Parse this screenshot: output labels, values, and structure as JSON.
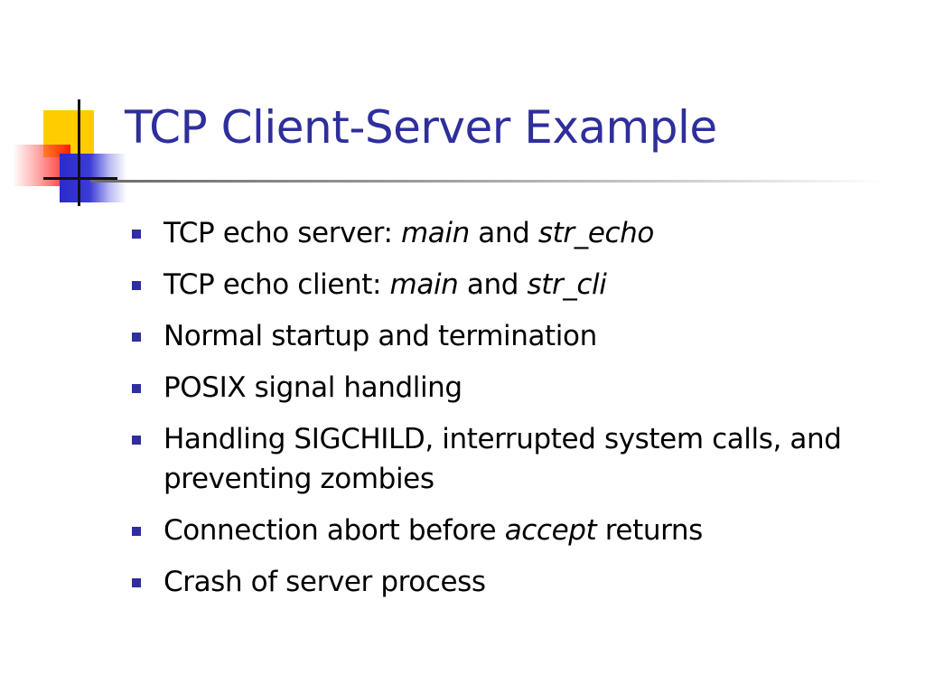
{
  "slide": {
    "title": "TCP Client-Server Example",
    "accent_color": "#2e2e9c",
    "logo": {
      "colors": [
        "#ffcc00",
        "#ff0000",
        "#2a2ac8",
        "#111111"
      ]
    },
    "bullets": [
      {
        "parts": [
          {
            "text": "TCP echo server: "
          },
          {
            "text": "main",
            "italic": true
          },
          {
            "text": " and "
          },
          {
            "text": "str_echo",
            "italic": true
          }
        ]
      },
      {
        "parts": [
          {
            "text": "TCP echo client: "
          },
          {
            "text": "main",
            "italic": true
          },
          {
            "text": " and "
          },
          {
            "text": "str_cli",
            "italic": true
          }
        ]
      },
      {
        "parts": [
          {
            "text": "Normal startup and termination"
          }
        ]
      },
      {
        "parts": [
          {
            "text": "POSIX signal handling"
          }
        ]
      },
      {
        "parts": [
          {
            "text": "Handling SIGCHILD, interrupted system calls, and preventing zombies"
          }
        ]
      },
      {
        "parts": [
          {
            "text": "Connection abort before "
          },
          {
            "text": "accept",
            "italic": true
          },
          {
            "text": " returns"
          }
        ]
      },
      {
        "parts": [
          {
            "text": "Crash of server process"
          }
        ]
      }
    ]
  }
}
